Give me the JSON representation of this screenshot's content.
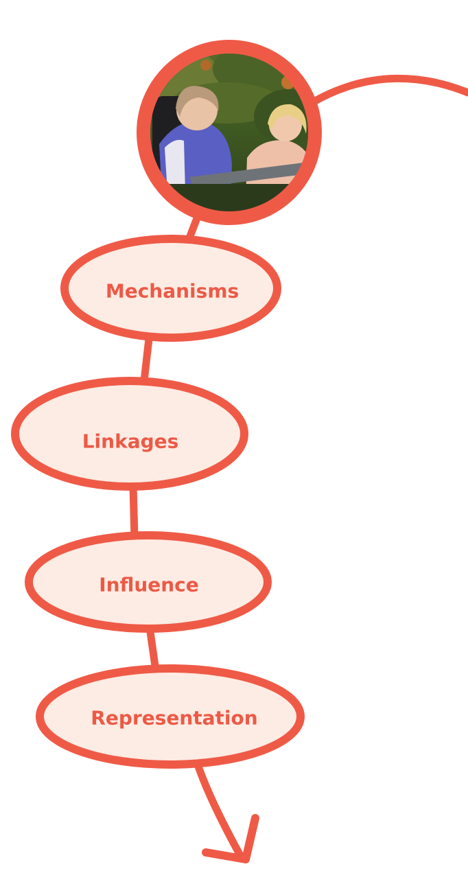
{
  "colors": {
    "accent": "#ef5a47",
    "node_fill": "#fdece4",
    "label": "#ec5a46"
  },
  "photo": {
    "description_icon": "photo-child-and-woman"
  },
  "nodes": [
    {
      "label": "Mechanisms"
    },
    {
      "label": "Linkages"
    },
    {
      "label": "Influence"
    },
    {
      "label": "Representation"
    }
  ]
}
